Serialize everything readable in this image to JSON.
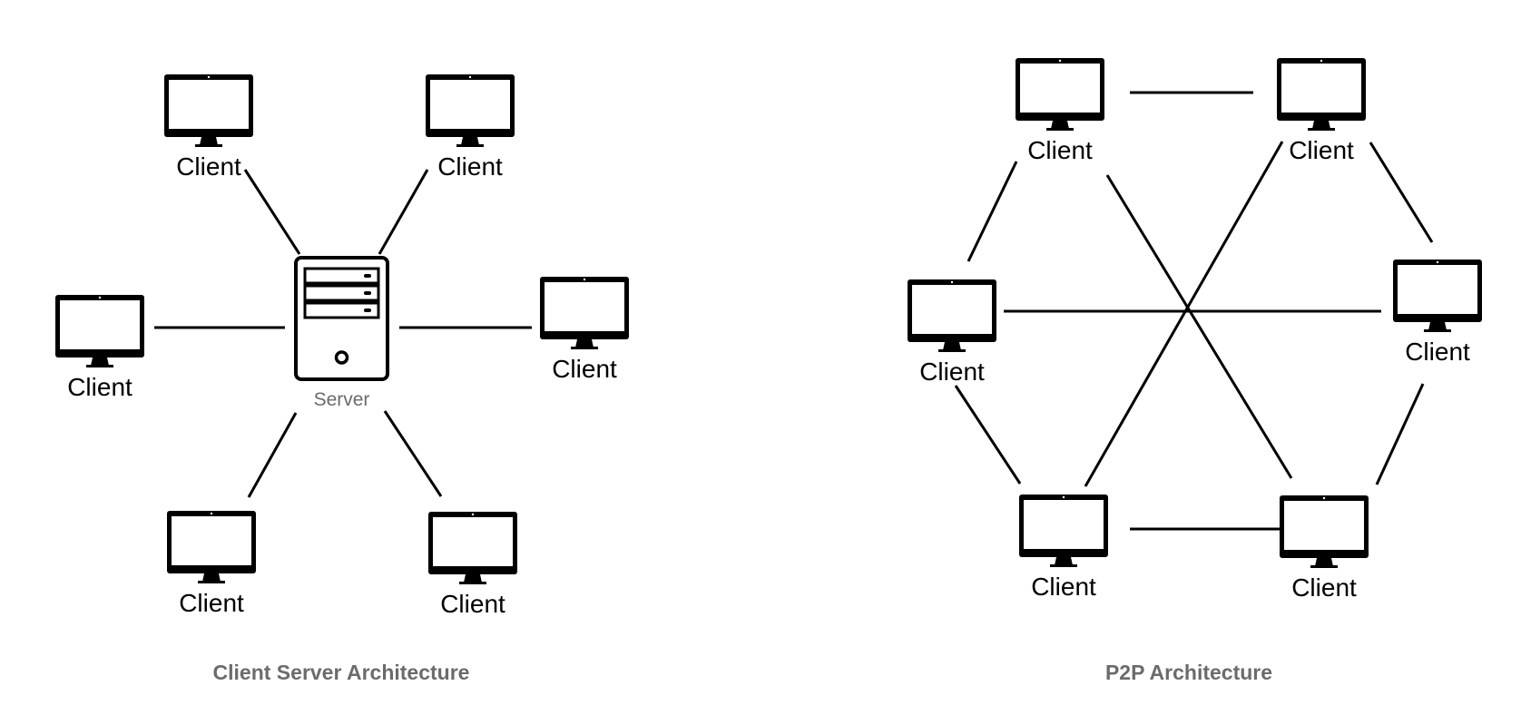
{
  "colors": {
    "line": "#000000",
    "caption": "#6b6b6b",
    "server_label": "#6b6b6b"
  },
  "client_server": {
    "caption": "Client Server Architecture",
    "server": {
      "label": "Server",
      "icon": "server-tower-icon"
    },
    "clients": [
      {
        "id": "cs-top-left",
        "label": "Client",
        "icon": "monitor-icon"
      },
      {
        "id": "cs-top-right",
        "label": "Client",
        "icon": "monitor-icon"
      },
      {
        "id": "cs-left",
        "label": "Client",
        "icon": "monitor-icon"
      },
      {
        "id": "cs-right",
        "label": "Client",
        "icon": "monitor-icon"
      },
      {
        "id": "cs-bottom-left",
        "label": "Client",
        "icon": "monitor-icon"
      },
      {
        "id": "cs-bottom-right",
        "label": "Client",
        "icon": "monitor-icon"
      }
    ],
    "connections": [
      [
        "server",
        "cs-top-left"
      ],
      [
        "server",
        "cs-top-right"
      ],
      [
        "server",
        "cs-left"
      ],
      [
        "server",
        "cs-right"
      ],
      [
        "server",
        "cs-bottom-left"
      ],
      [
        "server",
        "cs-bottom-right"
      ]
    ]
  },
  "p2p": {
    "caption": "P2P Architecture",
    "peers": [
      {
        "id": "p-top-left",
        "label": "Client",
        "icon": "monitor-icon"
      },
      {
        "id": "p-top-right",
        "label": "Client",
        "icon": "monitor-icon"
      },
      {
        "id": "p-left",
        "label": "Client",
        "icon": "monitor-icon"
      },
      {
        "id": "p-right",
        "label": "Client",
        "icon": "monitor-icon"
      },
      {
        "id": "p-bottom-left",
        "label": "Client",
        "icon": "monitor-icon"
      },
      {
        "id": "p-bottom-right",
        "label": "Client",
        "icon": "monitor-icon"
      }
    ],
    "connections": [
      [
        "p-top-left",
        "p-top-right"
      ],
      [
        "p-top-right",
        "p-right"
      ],
      [
        "p-right",
        "p-bottom-right"
      ],
      [
        "p-bottom-right",
        "p-bottom-left"
      ],
      [
        "p-bottom-left",
        "p-left"
      ],
      [
        "p-left",
        "p-top-left"
      ],
      [
        "p-top-left",
        "p-bottom-right"
      ],
      [
        "p-top-right",
        "p-bottom-left"
      ],
      [
        "p-left",
        "p-right"
      ]
    ]
  }
}
